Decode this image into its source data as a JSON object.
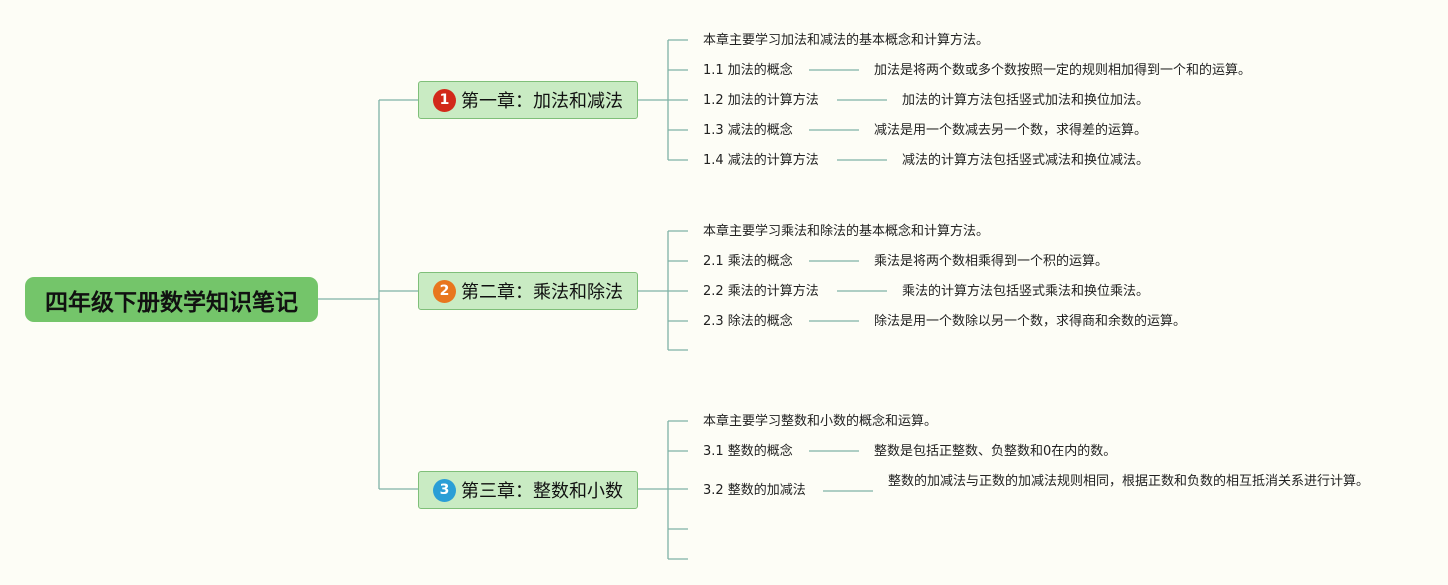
{
  "root": {
    "title": "四年级下册数学知识笔记"
  },
  "colors": {
    "line": "#7fb3a6",
    "badge1": "#d2291a",
    "badge2": "#e8761e",
    "badge3": "#2a9ed6"
  },
  "chapters": [
    {
      "badge": "1",
      "title": "第一章：加法和减法",
      "intro": "本章主要学习加法和减法的基本概念和计算方法。",
      "items": [
        {
          "label": "1.1 加法的概念",
          "desc": "加法是将两个数或多个数按照一定的规则相加得到一个和的运算。"
        },
        {
          "label": "1.2 加法的计算方法",
          "desc": "加法的计算方法包括竖式加法和换位加法。"
        },
        {
          "label": "1.3 减法的概念",
          "desc": "减法是用一个数减去另一个数，求得差的运算。"
        },
        {
          "label": "1.4 减法的计算方法",
          "desc": "减法的计算方法包括竖式减法和换位减法。"
        }
      ]
    },
    {
      "badge": "2",
      "title": "第二章：乘法和除法",
      "intro": "本章主要学习乘法和除法的基本概念和计算方法。",
      "items": [
        {
          "label": "2.1 乘法的概念",
          "desc": "乘法是将两个数相乘得到一个积的运算。"
        },
        {
          "label": "2.2 乘法的计算方法",
          "desc": "乘法的计算方法包括竖式乘法和换位乘法。"
        },
        {
          "label": "2.3 除法的概念",
          "desc": "除法是用一个数除以另一个数，求得商和余数的运算。"
        }
      ]
    },
    {
      "badge": "3",
      "title": "第三章：整数和小数",
      "intro": "本章主要学习整数和小数的概念和运算。",
      "items": [
        {
          "label": "3.1 整数的概念",
          "desc": "整数是包括正整数、负整数和0在内的数。"
        },
        {
          "label": "3.2 整数的加减法",
          "desc": "整数的加减法与正数的加减法规则相同，根据正数和负数的相互抵消关系进行计算。"
        }
      ]
    }
  ]
}
